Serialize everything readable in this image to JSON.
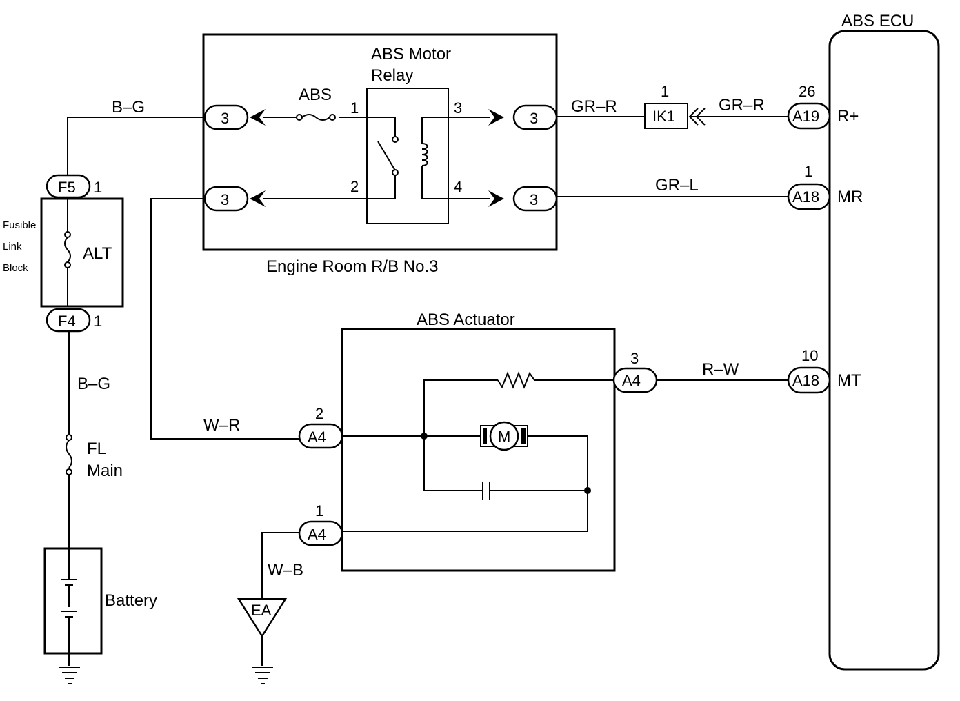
{
  "blocks": {
    "abs_ecu": "ABS ECU",
    "relay_line1": "ABS Motor",
    "relay_line2": "Relay",
    "engine_room": "Engine Room R/B No.3",
    "actuator": "ABS Actuator",
    "fusible_line1": "Fusible",
    "fusible_line2": "Link",
    "fusible_line3": "Block",
    "alt": "ALT",
    "fl_line1": "FL",
    "fl_line2": "Main",
    "battery": "Battery",
    "ground_ea": "EA",
    "motor": "M",
    "abs_fuse": "ABS"
  },
  "wires": {
    "bg_top": "B–G",
    "bg_bottom": "B–G",
    "gr_r_left": "GR–R",
    "gr_r_right": "GR–R",
    "gr_l": "GR–L",
    "r_w": "R–W",
    "w_r": "W–R",
    "w_b": "W–B"
  },
  "connectors": {
    "f5": "F5",
    "f5_pin": "1",
    "f4": "F4",
    "f4_pin": "1",
    "rb_in_top": "3",
    "rb_in_bottom": "3",
    "rb_out_top": "3",
    "rb_out_bottom": "3",
    "ik1": "IK1",
    "ik1_pin": "1",
    "a19": "A19",
    "a19_pin": "26",
    "a19_term": "R+",
    "a18_mr": "A18",
    "a18_mr_pin": "1",
    "a18_mr_term": "MR",
    "a18_mt": "A18",
    "a18_mt_pin": "10",
    "a18_mt_term": "MT",
    "a4_3": "A4",
    "a4_3_pin": "3",
    "a4_2": "A4",
    "a4_2_pin": "2",
    "a4_1": "A4",
    "a4_1_pin": "1"
  },
  "relay_pins": {
    "p1": "1",
    "p2": "2",
    "p3": "3",
    "p4": "4"
  }
}
